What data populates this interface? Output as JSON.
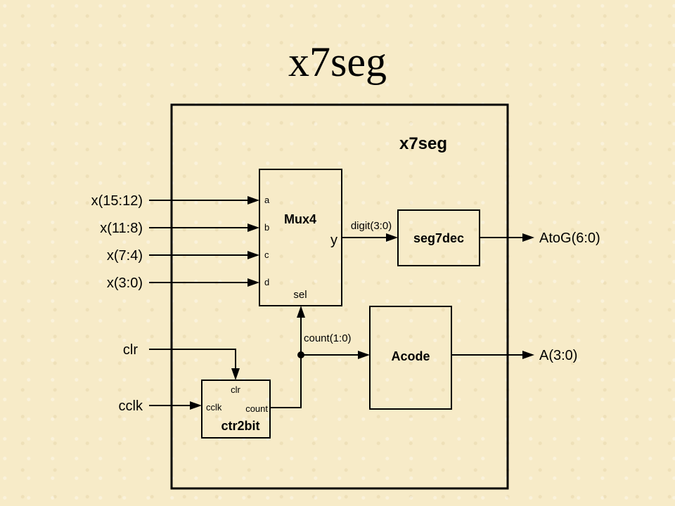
{
  "slide": {
    "title": "x7seg"
  },
  "diagram": {
    "module_title": "x7seg",
    "inputs": {
      "x_15_12": "x(15:12)",
      "x_11_8": "x(11:8)",
      "x_7_4": "x(7:4)",
      "x_3_0": "x(3:0)",
      "clr": "clr",
      "cclk": "cclk"
    },
    "outputs": {
      "atog": "AtoG(6:0)",
      "a": "A(3:0)"
    },
    "mux4": {
      "name": "Mux4",
      "ports": {
        "a": "a",
        "b": "b",
        "c": "c",
        "d": "d",
        "y": "y",
        "sel": "sel"
      }
    },
    "seg7dec": {
      "name": "seg7dec"
    },
    "acode": {
      "name": "Acode"
    },
    "ctr2bit": {
      "name": "ctr2bit",
      "ports": {
        "clr": "clr",
        "cclk": "cclk",
        "count": "count"
      }
    },
    "signals": {
      "digit": "digit(3:0)",
      "count": "count(1:0)"
    }
  }
}
